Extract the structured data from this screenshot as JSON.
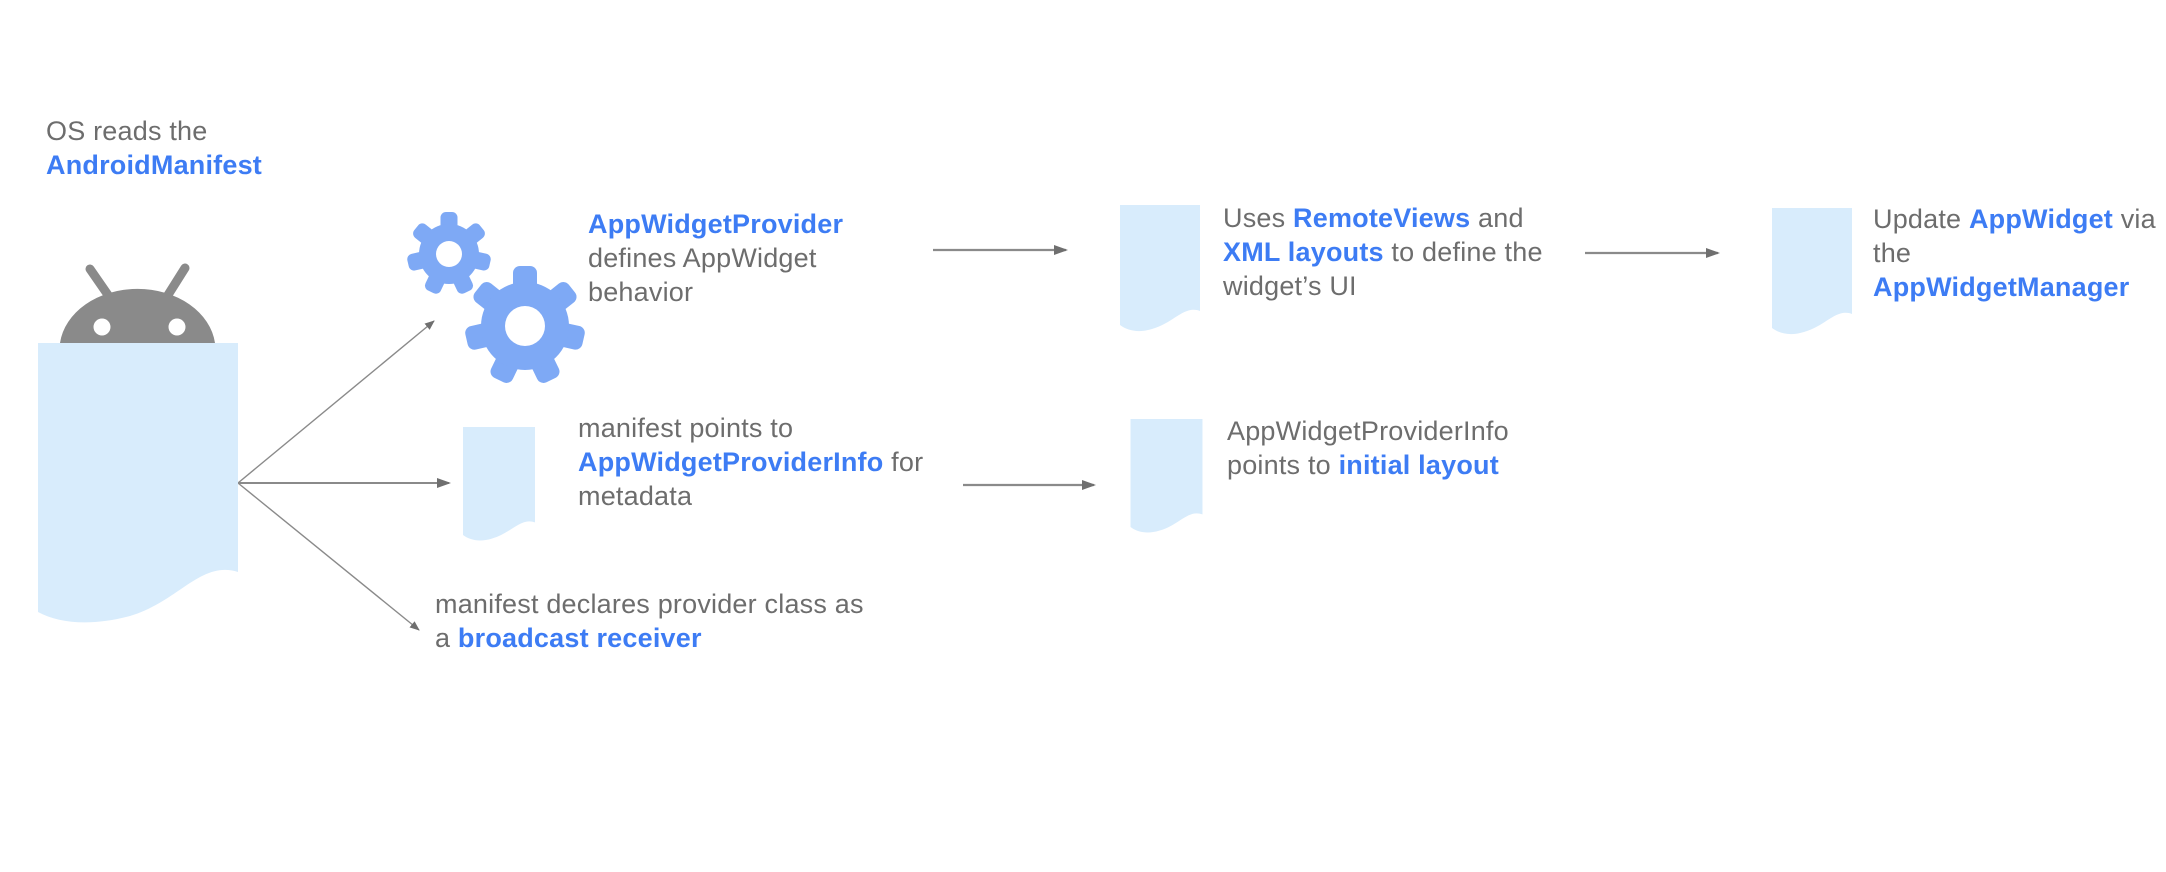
{
  "colors": {
    "doc_fill": "#d8ecfc",
    "gear_fill": "#7ea9f5",
    "android_gray": "#8a8a8a",
    "text_gray": "#6d6d6d",
    "link_blue": "#3d7cf4",
    "arrow_gray": "#7a7a7a"
  },
  "caption": {
    "prefix": "OS reads the",
    "manifest": "AndroidManifest"
  },
  "step_provider": {
    "title": "AppWidgetProvider",
    "line2": "defines AppWidget",
    "line3": "behavior"
  },
  "step_remoteviews": {
    "l1_pre": "Uses ",
    "l1_link": "RemoteViews",
    "l1_post": " and",
    "l2_link": "XML layouts",
    "l2_post": " to define the",
    "l3": "widget’s UI"
  },
  "step_update": {
    "l1_pre": "Update ",
    "l1_link": "AppWidget",
    "l1_post": " via",
    "l2": "the",
    "l3_link": "AppWidgetManager"
  },
  "step_providerinfo": {
    "l1": "manifest points to",
    "l2_link": "AppWidgetProviderInfo",
    "l2_post": " for",
    "l3": "metadata"
  },
  "step_initial_layout": {
    "l1": "AppWidgetProviderInfo",
    "l2_pre": "points to ",
    "l2_link": "initial layout"
  },
  "step_broadcast": {
    "l1": "manifest declares provider class as",
    "l2_pre": "a ",
    "l2_link": "broadcast receiver"
  },
  "icons": {
    "manifest": "android-manifest-document-icon",
    "gears": "gears-icon",
    "documents": "document-icon",
    "arrows": "flow-arrow"
  }
}
